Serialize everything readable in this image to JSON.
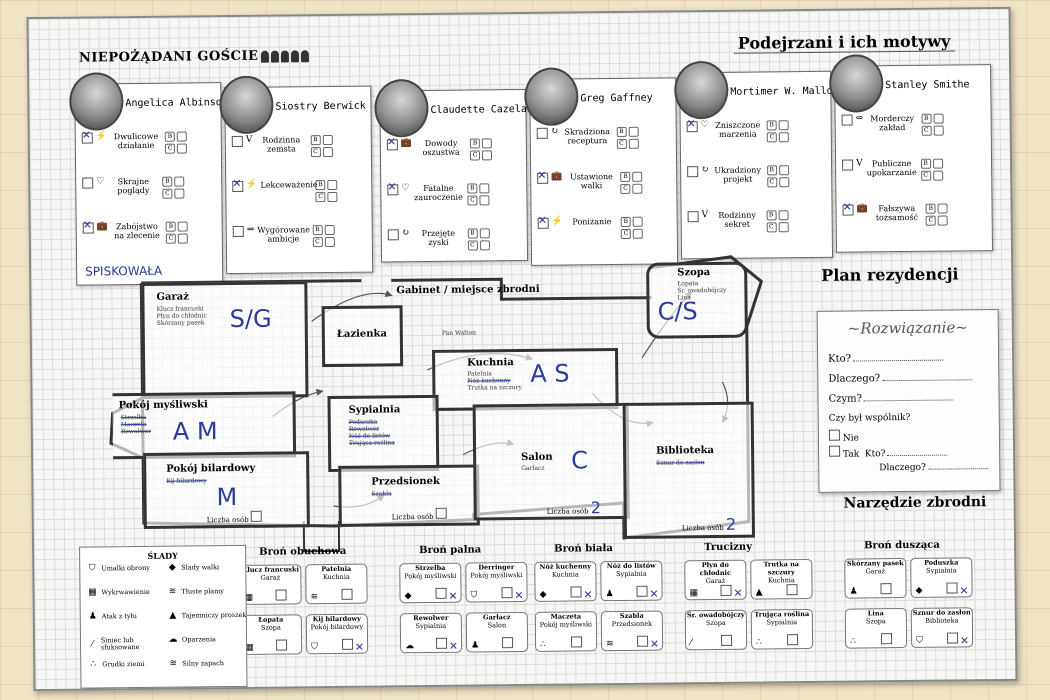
{
  "header": {
    "guests_title": "NIEPOŻĄDANI GOŚCIE",
    "motives_title": "Podejrzani i ich motywy"
  },
  "suspects": [
    {
      "name": "Angelica Albinson",
      "note": "SPISKOWAŁA",
      "motives": [
        {
          "text": "Dwulicowe działanie",
          "crossed": true,
          "icon": "lightning-icon"
        },
        {
          "text": "Skrajne poglądy",
          "crossed": false,
          "icon": "heart-icon"
        },
        {
          "text": "Zabójstwo na zlecenie",
          "crossed": true,
          "icon": "briefcase-icon"
        }
      ]
    },
    {
      "name": "Siostry Berwick",
      "note": "",
      "motives": [
        {
          "text": "Rodzinna zemsta",
          "crossed": false,
          "icon": "v-icon"
        },
        {
          "text": "Lekceważenie",
          "crossed": true,
          "icon": "lightning-icon"
        },
        {
          "text": "Wygórowane ambicje",
          "crossed": false,
          "icon": "money-icon"
        }
      ]
    },
    {
      "name": "Claudette Cazelar",
      "note": "",
      "motives": [
        {
          "text": "Dowody oszustwa",
          "crossed": true,
          "icon": "briefcase-icon"
        },
        {
          "text": "Fatalne zauroczenie",
          "crossed": true,
          "icon": "heart-icon"
        },
        {
          "text": "Przejęte zyski",
          "crossed": false,
          "icon": "cycle-icon"
        }
      ]
    },
    {
      "name": "Greg Gaffney",
      "note": "",
      "motives": [
        {
          "text": "Skradziona receptura",
          "crossed": false,
          "icon": "cycle-icon"
        },
        {
          "text": "Ustawione walki",
          "crossed": true,
          "icon": "briefcase-icon"
        },
        {
          "text": "Poniżanie",
          "crossed": true,
          "icon": "lightning-icon"
        }
      ]
    },
    {
      "name": "Mortimer W. Mallow",
      "note": "",
      "motives": [
        {
          "text": "Zniszczone marzenia",
          "crossed": true,
          "icon": "heart-icon"
        },
        {
          "text": "Ukradziony projekt",
          "crossed": false,
          "icon": "cycle-icon"
        },
        {
          "text": "Rodzinny sekret",
          "crossed": false,
          "icon": "v-icon"
        }
      ]
    },
    {
      "name": "Stanley Smithe",
      "note": "",
      "motives": [
        {
          "text": "Morderczy zakład",
          "crossed": false,
          "icon": "money-icon"
        },
        {
          "text": "Publiczne upokarzanie",
          "crossed": false,
          "icon": "v-icon"
        },
        {
          "text": "Fałszywa tożsamość",
          "crossed": true,
          "icon": "briefcase-icon"
        }
      ]
    }
  ],
  "plan": {
    "title": "Plan rezydencji"
  },
  "rooms": {
    "garage": {
      "name": "Garaż",
      "items": [
        "Klucz francuski",
        "Płyn do chłodnic",
        "Skórzany pasek"
      ],
      "note": "S/G"
    },
    "bathroom": {
      "name": "Łazienka"
    },
    "study": {
      "name": "Gabinet / miejsce zbrodni",
      "victim": "Pan Walton"
    },
    "shed": {
      "name": "Szopa",
      "items": [
        "Łopata",
        "Śr. owadobójczy",
        "Lina"
      ],
      "note": "C/S"
    },
    "hunting": {
      "name": "Pokój myśliwski",
      "items": [
        "Strzelba",
        "Maczeta",
        "Rewolwer"
      ],
      "note": "A M"
    },
    "kitchen": {
      "name": "Kuchnia",
      "items": [
        "Patelnia",
        "Nóż kuchenny",
        "Trutka na szczury"
      ],
      "note": "A S"
    },
    "bedroom": {
      "name": "Sypialnia",
      "items": [
        "Poduszka",
        "Rewolwer",
        "Nóż do listów",
        "Trująca roślina"
      ]
    },
    "billiard": {
      "name": "Pokój bilardowy",
      "items": [
        "Kij bilardowy"
      ],
      "note": "M",
      "count_label": "Liczba osób"
    },
    "hallway": {
      "name": "Przedsionek",
      "items": [
        "Szabla"
      ],
      "count_label": "Liczba osób"
    },
    "salon": {
      "name": "Salon",
      "items": [
        "Garłacz"
      ],
      "note": "C",
      "count_label": "Liczba osób",
      "count": "2"
    },
    "library": {
      "name": "Biblioteka",
      "items": [
        "Sznur do zasłon"
      ],
      "count_label": "Liczba osób",
      "count": "2"
    }
  },
  "solution": {
    "title": "~Rozwiązanie~",
    "who": "Kto?",
    "why": "Dlaczego?",
    "with": "Czym?",
    "partner_q": "Czy był wspólnik?",
    "no": "Nie",
    "yes": "Tak",
    "who2": "Kto?",
    "why2": "Dlaczego?"
  },
  "weapons_title": "Narzędzie zbrodni",
  "weapon_groups": [
    {
      "name": "Broń obuchowa",
      "weapons": [
        {
          "name": "Klucz francuski",
          "room": "Garaż",
          "icon": "hatch-icon",
          "crossed": false
        },
        {
          "name": "Patelnia",
          "room": "Kuchnia",
          "icon": "wave-icon",
          "crossed": false
        },
        {
          "name": "Łopata",
          "room": "Szopa",
          "icon": "hatch-icon",
          "crossed": false
        },
        {
          "name": "Kij bilardowy",
          "room": "Pokój bilardowy",
          "icon": "shield-icon",
          "crossed": true
        }
      ]
    },
    {
      "name": "Broń palna",
      "weapons": [
        {
          "name": "Strzelba",
          "room": "Pokój myśliwski",
          "icon": "diamond-icon",
          "crossed": true
        },
        {
          "name": "Derringer",
          "room": "Pokój myśliwski",
          "icon": "shield-icon",
          "crossed": true
        },
        {
          "name": "Rewolwer",
          "room": "Sypialnia",
          "icon": "cloud-icon",
          "crossed": true
        },
        {
          "name": "Garłacz",
          "room": "Salon",
          "icon": "man-icon",
          "crossed": false
        }
      ]
    },
    {
      "name": "Broń biała",
      "weapons": [
        {
          "name": "Nóż kuchenny",
          "room": "Kuchnia",
          "icon": "diamond-icon",
          "crossed": true
        },
        {
          "name": "Nóż do listów",
          "room": "Sypialnia",
          "icon": "man-icon",
          "crossed": true
        },
        {
          "name": "Maczeta",
          "room": "Pokój myśliwski",
          "icon": "dots-icon",
          "crossed": false
        },
        {
          "name": "Szabla",
          "room": "Przedsionek",
          "icon": "wave-icon",
          "crossed": true
        }
      ]
    },
    {
      "name": "Trucizny",
      "weapons": [
        {
          "name": "Płyn do chłodnic",
          "room": "Garaż",
          "icon": "hatch-icon",
          "crossed": true
        },
        {
          "name": "Trutka na szczury",
          "room": "Kuchnia",
          "icon": "triangle-icon",
          "crossed": false
        },
        {
          "name": "Śr. owadobójczy",
          "room": "Szopa",
          "icon": "slash-icon",
          "crossed": false
        },
        {
          "name": "Trująca roślina",
          "room": "Sypialnia",
          "icon": "dots-icon",
          "crossed": false
        }
      ]
    },
    {
      "name": "Broń dusząca",
      "weapons": [
        {
          "name": "Skórzany pasek",
          "room": "Garaż",
          "icon": "man-icon",
          "crossed": false
        },
        {
          "name": "Poduszka",
          "room": "Sypialnia",
          "icon": "diamond-icon",
          "crossed": true
        },
        {
          "name": "Lina",
          "room": "Szopa",
          "icon": "dots-icon",
          "crossed": false
        },
        {
          "name": "Sznur do zasłon",
          "room": "Biblioteka",
          "icon": "shield-icon",
          "crossed": true
        }
      ]
    }
  ],
  "legend": {
    "title": "ŚLADY",
    "items": [
      {
        "text": "Umalki obrony",
        "icon": "shield-icon"
      },
      {
        "text": "Ślady walki",
        "icon": "diamond-icon"
      },
      {
        "text": "Wykrwawienie",
        "icon": "hatch-icon"
      },
      {
        "text": "Tłuste plamy",
        "icon": "wave-icon"
      },
      {
        "text": "Atak z tyłu",
        "icon": "man-icon"
      },
      {
        "text": "Tajemniczy proszek",
        "icon": "triangle-icon"
      },
      {
        "text": "Siniec lub sfuksowane",
        "icon": "slash-icon"
      },
      {
        "text": "Oparzenia",
        "icon": "cloud-icon"
      },
      {
        "text": "Grudki ziemi",
        "icon": "dots-icon"
      },
      {
        "text": "Silny zapach",
        "icon": "wave-icon"
      }
    ]
  },
  "icons": {
    "lightning-icon": "⚡",
    "heart-icon": "♡",
    "briefcase-icon": "💼",
    "v-icon": "V",
    "money-icon": "⇔",
    "cycle-icon": "↻",
    "hatch-icon": "▦",
    "wave-icon": "≋",
    "shield-icon": "⛉",
    "diamond-icon": "◆",
    "cloud-icon": "☁",
    "man-icon": "♟",
    "dots-icon": "∴",
    "triangle-icon": "▲",
    "slash-icon": "⁄"
  },
  "colors": {
    "ink": "#2b3b9a",
    "paper": "#f7f7f5",
    "table": "#efe3c6"
  }
}
